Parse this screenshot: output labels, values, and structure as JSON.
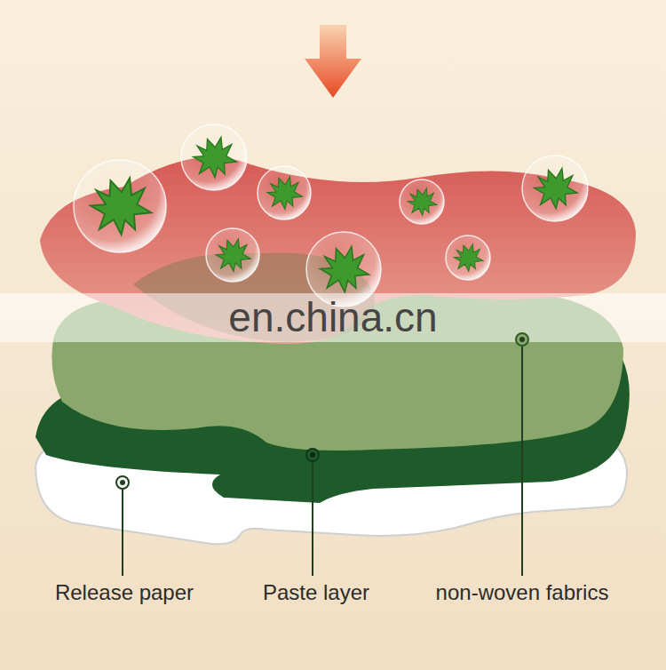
{
  "diagram": {
    "labels": [
      "en.china.cn",
      "Release paper",
      "Paste layer",
      "non-woven fabrics"
    ]
  }
}
